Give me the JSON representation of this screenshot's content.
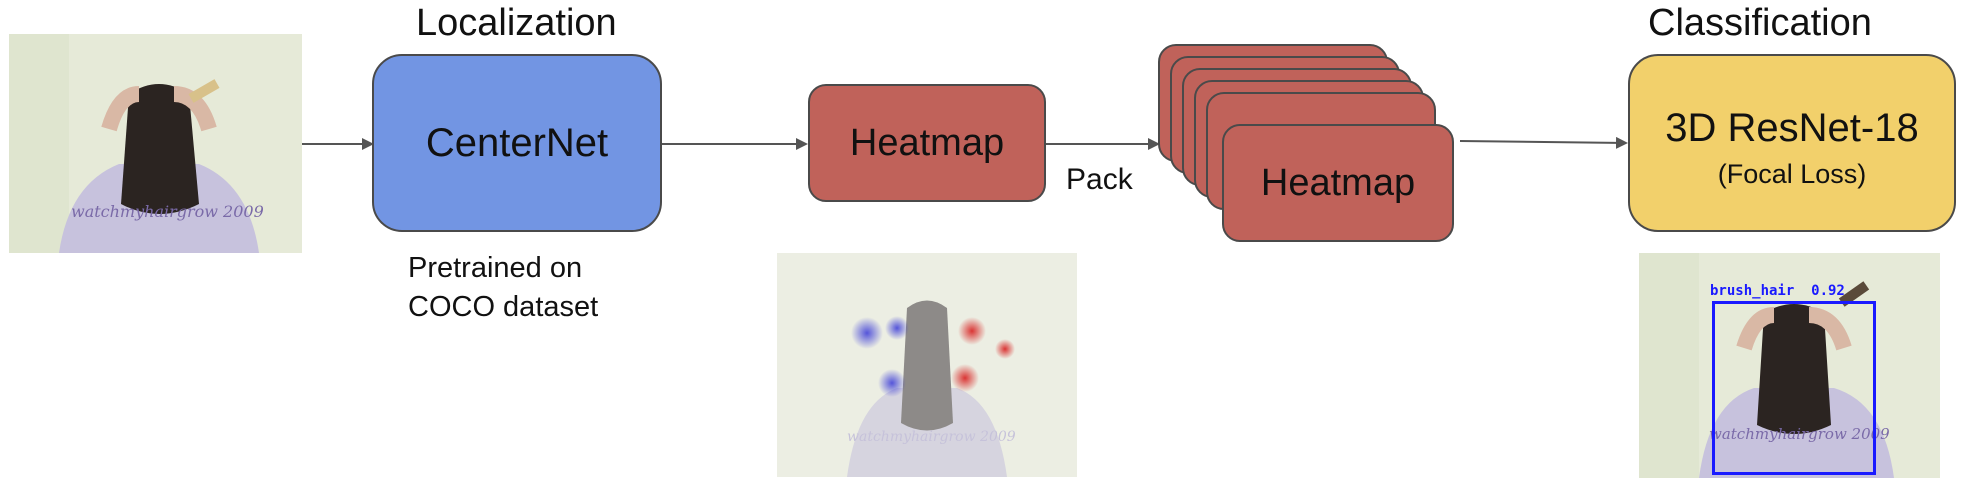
{
  "sections": {
    "localization": "Localization",
    "classification": "Classification"
  },
  "boxes": {
    "centernet": "CenterNet",
    "heatmap_single": "Heatmap",
    "heatmap_stack": "Heatmap",
    "resnet": "3D ResNet-18",
    "resnet_sub": "(Focal Loss)"
  },
  "notes": {
    "pretrained_line1": "Pretrained on",
    "pretrained_line2": "COCO dataset",
    "pack": "Pack"
  },
  "images": {
    "input_watermark": "watchmyhairgrow 2009",
    "heatmap_watermark": "watchmyhairgrow 2009",
    "output_watermark": "watchmyhairgrow 2009",
    "detection_label": "brush_hair  0.92"
  },
  "colors": {
    "centernet": "#7295e3",
    "heatmap": "#c0625a",
    "resnet": "#f2d06b",
    "arrow": "#555555",
    "detection": "#1a1aff"
  }
}
